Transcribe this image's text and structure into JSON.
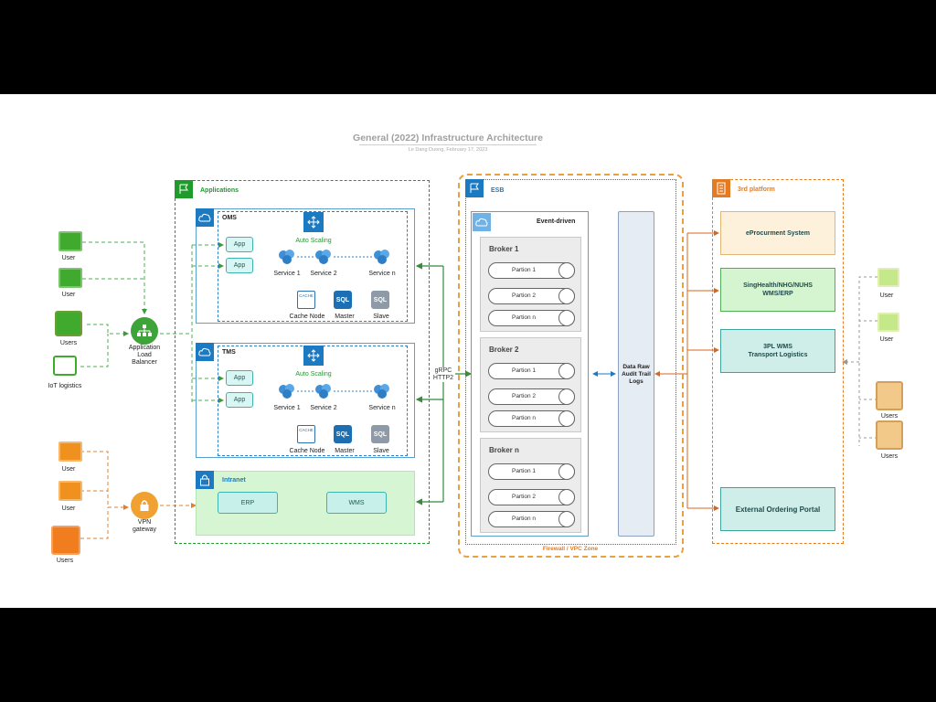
{
  "title": "General (2022) Infrastructure Architecture",
  "subtitle": "Le Dang Duong, February 17, 2023",
  "colors": {
    "applications": "#1e9b2a",
    "esb_blue": "#1c7ac2",
    "orange": "#e47b22",
    "oms_border": "#5aa0d0",
    "green_line": "#3c9a3c",
    "orange_line": "#e08030"
  },
  "left_clients": {
    "user1": "User",
    "user2": "User",
    "users": "Users",
    "iot": "IoT logistics",
    "vpn_user1": "User",
    "vpn_user2": "User",
    "vpn_users": "Users"
  },
  "alb": "Application\nLoad\nBalancer",
  "vpn": "VPN\ngateway",
  "applications": {
    "title": "Applications",
    "oms": {
      "title": "OMS",
      "app1": "App",
      "app2": "App",
      "auto_scaling": "Auto Scaling",
      "service1": "Service 1",
      "service2": "Service 2",
      "servicen": "Service n",
      "cache_icon": "CACHE",
      "cache": "Cache Node",
      "master": "Master",
      "slave": "Slave",
      "sql": "SQL"
    },
    "tms": {
      "title": "TMS",
      "app1": "App",
      "app2": "App",
      "auto_scaling": "Auto Scaling",
      "service1": "Service 1",
      "service2": "Service 2",
      "servicen": "Service n",
      "cache_icon": "CACHE",
      "cache": "Cache Node",
      "master": "Master",
      "slave": "Slave",
      "sql": "SQL"
    },
    "intranet": {
      "title": "Intranet",
      "erp": "ERP",
      "wms": "WMS"
    }
  },
  "edge_label": "gRPC\nHTTP2",
  "esb": {
    "title": "ESB",
    "event_driven": "Event-driven",
    "brokers": [
      {
        "title": "Broker 1",
        "partitions": [
          "Partion 1",
          "Partion 2",
          "Partion n"
        ]
      },
      {
        "title": "Broker 2",
        "partitions": [
          "Partion 1",
          "Partion 2",
          "Partion n"
        ]
      },
      {
        "title": "Broker n",
        "partitions": [
          "Partion 1",
          "Partion 2",
          "Partion n"
        ]
      }
    ],
    "data_raw": "Data Raw\nAudit Trail\nLogs",
    "firewall": "Firewall / VPC Zone"
  },
  "third_platform": {
    "title": "3rd platform",
    "eprocurement": "eProcurment System",
    "singhealth": "SingHealth/NHG/NUHS\nWMS/ERP",
    "threepl": "3PL WMS\nTransport Logistics",
    "external": "External Ordering Portal"
  },
  "right_clients": {
    "user1": "User",
    "user2": "User",
    "users1": "Users",
    "users2": "Users"
  }
}
